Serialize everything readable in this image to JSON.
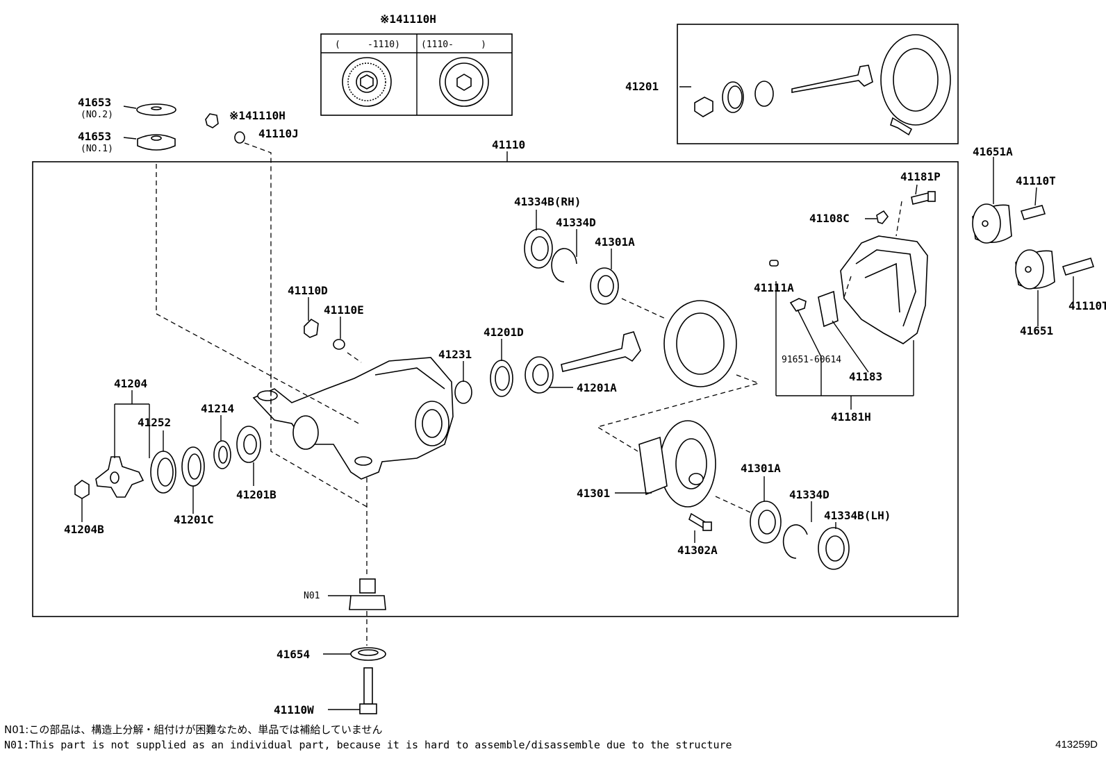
{
  "labels": {
    "top_h": "※141110H",
    "range_left": "(     -1110)",
    "range_right": "(1110-     )",
    "p41201": "41201",
    "p41653_no2": "41653",
    "no2": "(NO.2)",
    "p41653_no1": "41653",
    "no1": "(NO.1)",
    "p41110h": "※141110H",
    "p41110j": "41110J",
    "p41110": "41110",
    "p41651a": "41651A",
    "p41110t_a": "41110T",
    "p41110t_b": "41110T",
    "p41651": "41651",
    "p41181p": "41181P",
    "p41108c": "41108C",
    "p41111a": "41111A",
    "p91651": "91651-60614",
    "p41183": "41183",
    "p41181h": "41181H",
    "p41334b_rh": "41334B(RH)",
    "p41334d_a": "41334D",
    "p41301a_a": "41301A",
    "p41110d": "41110D",
    "p41110e": "41110E",
    "p41201d": "41201D",
    "p41231": "41231",
    "p41201a": "41201A",
    "p41204": "41204",
    "p41252": "41252",
    "p41214": "41214",
    "p41201b": "41201B",
    "p41201c": "41201C",
    "p41204b": "41204B",
    "p41301": "41301",
    "p41301a_b": "41301A",
    "p41334d_b": "41334D",
    "p41334b_lh": "41334B(LH)",
    "p41302a": "41302A",
    "n01": "N01",
    "p41654": "41654",
    "p41110w": "41110W"
  },
  "notes": {
    "jp": "N01:この部品は、構造上分解・組付けが困難なため、単品では補給していません",
    "en": "N01:This part is not supplied as an individual part, because it is hard to assemble/disassemble due to the structure"
  },
  "reference_code": "413259D"
}
